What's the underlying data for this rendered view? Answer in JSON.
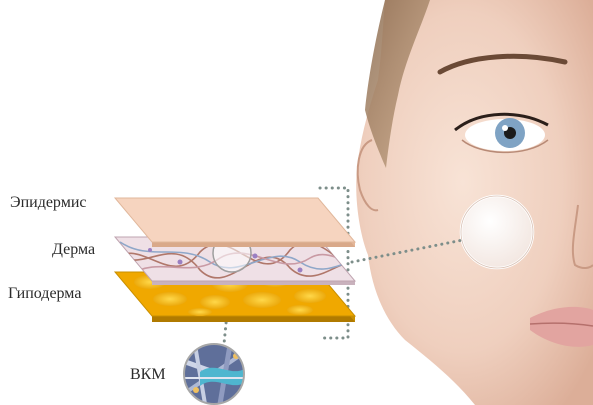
{
  "diagram": {
    "layers": [
      {
        "label": "Эпидермис"
      },
      {
        "label": "Дерма"
      },
      {
        "label": "Гиподерма"
      }
    ],
    "ecm_label": "ВКМ"
  },
  "colors": {
    "epidermis": "#f4cdb3",
    "dermis": "#efe0e6",
    "hypodermis": "#f5b51a",
    "dots": "#7d8e8a",
    "skin": "#f0d4c4"
  }
}
